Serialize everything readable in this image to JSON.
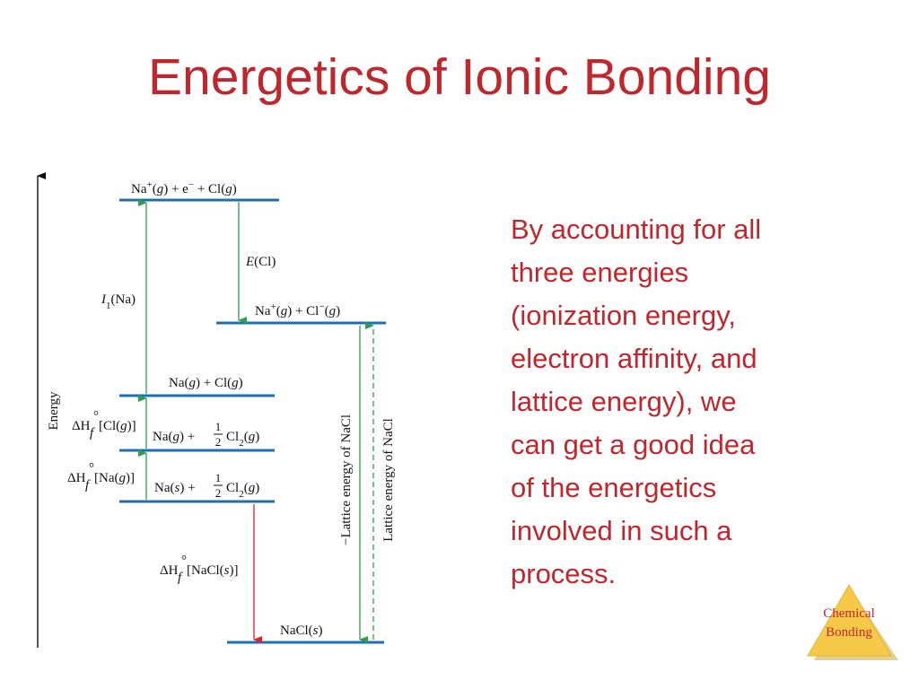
{
  "title": "Energetics of Ionic Bonding",
  "body_lines": [
    "By accounting for all",
    "three energies",
    "(ionization energy,",
    "electron affinity, and",
    "lattice energy), we",
    "can get a good idea",
    "of the energetics",
    "involved in such a",
    "process."
  ],
  "diagram": {
    "axis_label": "Energy",
    "levels": {
      "na_ion_e_cl": {
        "parts": [
          "Na",
          "+",
          "(",
          "g",
          ") + e",
          "−",
          " + Cl(",
          "g",
          ")"
        ]
      },
      "na_ion_cl_ion": {
        "parts": [
          "Na",
          "+",
          "(",
          "g",
          ") + Cl",
          "−",
          "(",
          "g",
          ")"
        ]
      },
      "na_cl_gas": {
        "parts": [
          "Na(",
          "g",
          ") + Cl(",
          "g",
          ")"
        ]
      },
      "na_g_half_cl2": {
        "parts": [
          "Na(",
          "g",
          ") +",
          "Cl",
          "2",
          "(",
          "g",
          ")"
        ]
      },
      "na_s_half_cl2": {
        "parts": [
          "Na(",
          "s",
          ") +",
          "Cl",
          "2",
          "(",
          "g",
          ")"
        ]
      },
      "nacl_s": {
        "parts": [
          "NaCl(",
          "s",
          ")"
        ]
      }
    },
    "fraction": {
      "num": "1",
      "den": "2"
    },
    "arrows": {
      "ionization": {
        "parts": [
          "I",
          "1",
          "(Na)"
        ]
      },
      "electron_affinity": {
        "parts": [
          "E",
          "(Cl)"
        ]
      },
      "dhf_cl": {
        "parts": [
          "ΔH",
          "°",
          "f",
          "[Cl(",
          "g",
          ")]"
        ]
      },
      "dhf_na": {
        "parts": [
          "ΔH",
          "°",
          "f",
          "[Na(",
          "g",
          ")]"
        ]
      },
      "dhf_nacl": {
        "parts": [
          "ΔH",
          "°",
          "f",
          "[NaCl(",
          "s",
          ")]"
        ]
      },
      "neg_lattice": "−Lattice energy of NaCl",
      "lattice": "Lattice energy of NaCl"
    }
  },
  "badge": {
    "line1": "Chemical",
    "line2": "Bonding"
  },
  "colors": {
    "title": "#c0272d",
    "body": "#c0272d",
    "level_line": "#1f6fb4",
    "green_arrow": "#2e9e4f",
    "red_arrow": "#d9262c",
    "badge_fill": "#f7c948",
    "badge_text": "#c0272d"
  }
}
